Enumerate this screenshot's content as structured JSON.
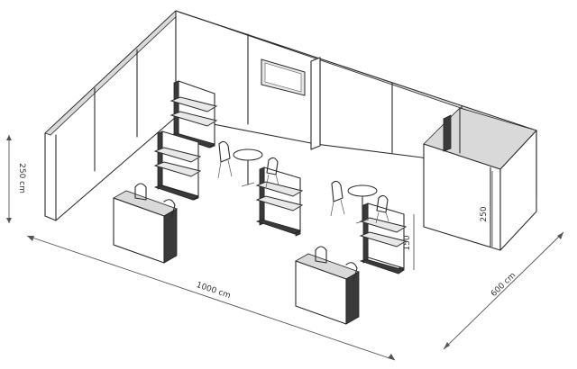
{
  "dimensions": {
    "height_left": "250 cm",
    "length": "1000 cm",
    "depth": "600 cm",
    "cabin_height": "250",
    "shelf_height": "150"
  }
}
